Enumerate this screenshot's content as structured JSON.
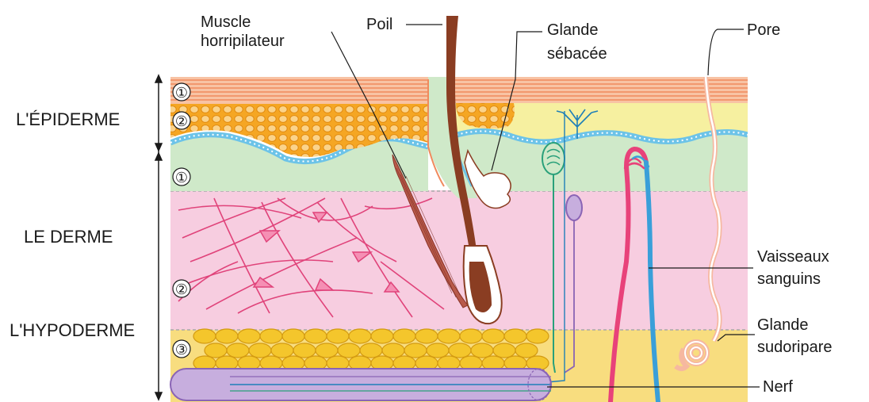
{
  "layers": {
    "epiderme": "L'ÉPIDERME",
    "derme": "LE DERME",
    "hypoderme": "L'HYPODERME"
  },
  "sublayers": {
    "epi_1": "①",
    "epi_2": "②",
    "derme_1": "①",
    "derme_2": "②",
    "hypo_3": "③"
  },
  "structures": {
    "muscle_line1": "Muscle",
    "muscle_line2": "horripilateur",
    "poil": "Poil",
    "glande_seb_line1": "Glande",
    "glande_seb_line2": "sébacée",
    "pore": "Pore",
    "vaisseaux_line1": "Vaisseaux",
    "vaisseaux_line2": "sanguins",
    "glande_sud_line1": "Glande",
    "glande_sud_line2": "sudoripare",
    "nerf": "Nerf"
  },
  "colors": {
    "stratum_corneum": "#f7b08a",
    "granular": "#f5a623",
    "epidermis_base": "#f6f0a0",
    "basal_line": "#6cc3e8",
    "papillary_dermis": "#cfe9c9",
    "reticular_dermis": "#f7cde0",
    "hypodermis": "#f8dd7f",
    "fat_cells": "#f4c62c",
    "nerve": "#c7aede",
    "hair": "#8a3d22",
    "artery": "#e8427a",
    "vein": "#3a9fd9",
    "fibers": "#e0437a"
  }
}
